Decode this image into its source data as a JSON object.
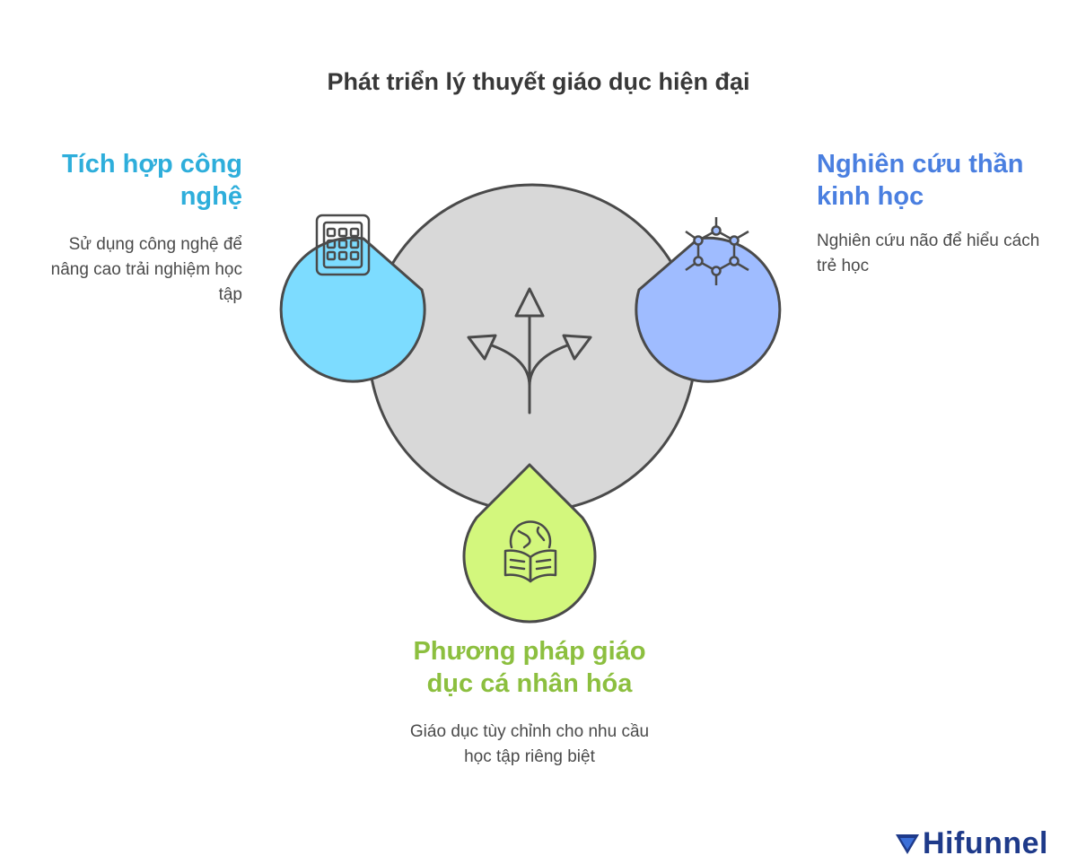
{
  "title": "Phát triển lý thuyết giáo dục hiện đại",
  "colors": {
    "center_circle": "#d8d8d8",
    "outline": "#4a4a4a",
    "left_accent": "#2eaedb",
    "left_fill": "#7ddcff",
    "right_accent": "#4a7fe0",
    "right_fill": "#9fbcff",
    "bottom_accent": "#8cbf3f",
    "bottom_fill": "#d3f77d",
    "logo": "#1e3a8a"
  },
  "center": {
    "icon": "split-arrows-icon"
  },
  "nodes": [
    {
      "id": "technology",
      "heading": "Tích hợp công nghệ",
      "description": "Sử dụng công nghệ để nâng cao trải nghiệm học tập",
      "icon": "tablet-grid-icon"
    },
    {
      "id": "neuroscience",
      "heading": "Nghiên cứu thần kinh học",
      "description": "Nghiên cứu não để hiểu cách trẻ học",
      "icon": "molecule-network-icon"
    },
    {
      "id": "personalized",
      "heading": "Phương pháp giáo dục cá nhân hóa",
      "description": "Giáo dục tùy chỉnh cho nhu cầu học tập riêng biệt",
      "icon": "globe-book-icon"
    }
  ],
  "logo": {
    "text": "Hifunnel",
    "icon": "funnel-icon"
  }
}
